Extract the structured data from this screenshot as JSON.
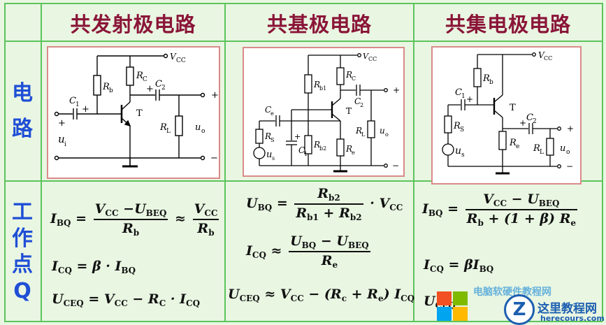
{
  "headers": {
    "col1": "共发射极电路",
    "col2": "共基极电路",
    "col3": "共集电极电路"
  },
  "row_labels": {
    "circuit": [
      "电",
      "路"
    ],
    "q_point": [
      "工",
      "作",
      "点",
      "Q"
    ]
  },
  "circuit_labels": {
    "vcc": "V",
    "vcc_sub": "CC",
    "rb": "R",
    "rb_sub": "b",
    "rc": "R",
    "rc_sub": "C",
    "c1": "C",
    "c1_sub": "1",
    "c2": "C",
    "c2_sub": "2",
    "ce": "C",
    "ce_sub": "e",
    "t": "T",
    "rl": "R",
    "rl_sub": "L",
    "re": "R",
    "re_sub": "e",
    "rs": "R",
    "rs_sub": "S",
    "rb1_sub": "b1",
    "rb2_sub": "b2",
    "ui": "u",
    "ui_sub": "i",
    "uo": "u",
    "uo_sub": "o",
    "us": "u",
    "us_sub": "s",
    "plus": "+",
    "minus": "−"
  },
  "formulas": {
    "ce": {
      "ibq_lhs": "I",
      "ibq_lhs_sub": "BQ",
      "ibq_num": "V",
      "ibq_num_sub": "CC",
      "ibq_num2": "−U",
      "ibq_num2_sub": "BEQ",
      "ibq_den": "R",
      "ibq_den_sub": "b",
      "approx": "≈",
      "ibq_num3": "V",
      "ibq_num3_sub": "CC",
      "ibq_den3": "R",
      "ibq_den3_sub": "b",
      "icq": "I",
      "icq_sub": "CQ",
      "icq_rhs": "= β · I",
      "icq_rhs_sub": "BQ",
      "uceq": "U",
      "uceq_sub": "CEQ",
      "uceq_rhs1": "= V",
      "uceq_rhs1_sub": "CC",
      "uceq_rhs2": "− R",
      "uceq_rhs2_sub": "C",
      "uceq_rhs3": "· I",
      "uceq_rhs3_sub": "CQ"
    },
    "cb": {
      "ubq": "U",
      "ubq_sub": "BQ",
      "ubq_num": "R",
      "ubq_num_sub": "b2",
      "ubq_den1": "R",
      "ubq_den1_sub": "b1",
      "ubq_den2": "+ R",
      "ubq_den2_sub": "b2",
      "ubq_tail": "· V",
      "ubq_tail_sub": "CC",
      "icq": "I",
      "icq_sub": "CQ",
      "icq_num1": "U",
      "icq_num1_sub": "BQ",
      "icq_num2": "− U",
      "icq_num2_sub": "BEQ",
      "icq_den": "R",
      "icq_den_sub": "e",
      "uceq": "U",
      "uceq_sub": "CEQ",
      "uceq_rhs1": "≈ V",
      "uceq_rhs1_sub": "CC",
      "uceq_rhs2": "− (R",
      "uceq_rhs2_sub": "c",
      "uceq_rhs3": "+ R",
      "uceq_rhs3_sub": "e",
      "uceq_rhs4": ") I",
      "uceq_rhs4_sub": "CQ"
    },
    "cc": {
      "ibq": "I",
      "ibq_sub": "BQ",
      "ibq_num1": "V",
      "ibq_num1_sub": "CC",
      "ibq_num2": "− U",
      "ibq_num2_sub": "BEQ",
      "ibq_den1": "R",
      "ibq_den1_sub": "b",
      "ibq_den2": "+ (1 + β)  R",
      "ibq_den2_sub": "e",
      "icq": "I",
      "icq_sub": "CQ",
      "icq_rhs": "= βI",
      "icq_rhs_sub": "BQ",
      "uceq": "U",
      "uceq_sub": "CEQ"
    }
  },
  "watermark": {
    "text": "电脑软硬件教程网",
    "circle": "Z",
    "name": "这里教程网",
    "url": "herecours.com",
    "colors": [
      "#f25022",
      "#7fba00",
      "#00a4ef",
      "#ffb900"
    ]
  }
}
